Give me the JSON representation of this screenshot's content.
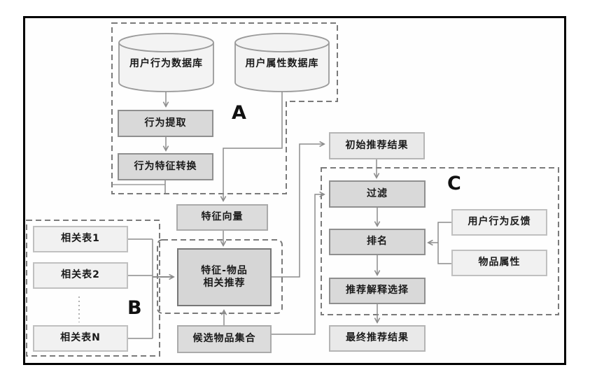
{
  "diagram": {
    "section_labels": {
      "a": "A",
      "b": "B",
      "c": "C"
    },
    "nodes": {
      "user_behavior_db": "用户行为数据库",
      "user_attribute_db": "用户属性数据库",
      "behavior_extraction": "行为提取",
      "behavior_feature_conversion": "行为特征转换",
      "feature_vector": "特征向量",
      "related_table_1": "相关表1",
      "related_table_2": "相关表2",
      "related_table_n": "相关表N",
      "feature_item_recommend_line1": "特征-物品",
      "feature_item_recommend_line2": "相关推荐",
      "initial_recommendation_results": "初始推荐结果",
      "filter": "过滤",
      "ranking": "排名",
      "user_behavior_feedback": "用户行为反馈",
      "item_attributes": "物品属性",
      "recommendation_explanation_selection": "推荐解释选择",
      "candidate_item_set": "候选物品集合",
      "final_recommendation_results": "最终推荐结果"
    },
    "colors": {
      "frame_border": "#000000",
      "dashed_group_border": "#7a7a7a",
      "connector": "#8c8c8c",
      "node_fill_dark": "#d9d9d9",
      "node_fill_medium": "#dcdcdc",
      "node_fill_light": "#e9e9e9",
      "node_fill_lighter": "#f1f1f1",
      "cylinder_fill": "#f3f3f3",
      "text": "#1a1a1a"
    }
  }
}
